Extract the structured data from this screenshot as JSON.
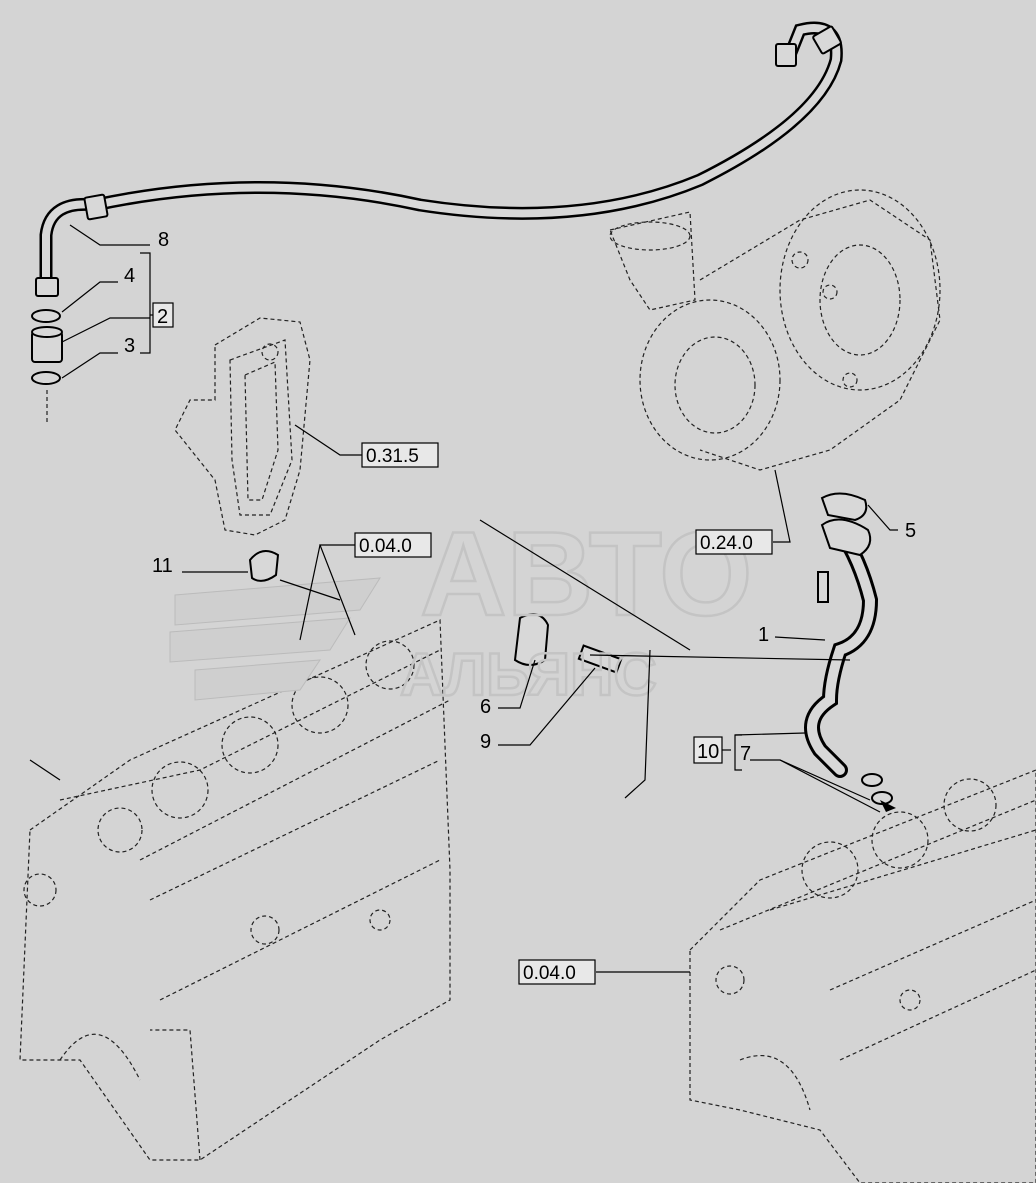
{
  "callouts": {
    "c1": "1",
    "c2": "2",
    "c3": "3",
    "c4": "4",
    "c5": "5",
    "c6": "6",
    "c7": "7",
    "c8": "8",
    "c9": "9",
    "c10": "10",
    "c11": "11"
  },
  "references": {
    "r_0315": "0.31.5",
    "r_0040_top": "0.04.0",
    "r_0240": "0.24.0",
    "r_0040_bottom": "0.04.0"
  },
  "watermark": {
    "line1": "АВТО",
    "line2": "АЛЬЯНС"
  }
}
